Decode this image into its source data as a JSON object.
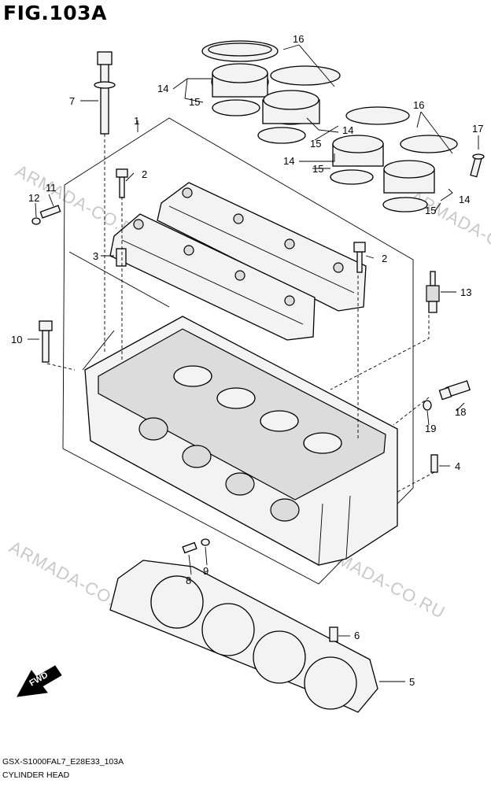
{
  "figure": {
    "title": "FIG.103A"
  },
  "watermark": "ARMADA-CO.RU",
  "callouts": [
    "1",
    "2",
    "2",
    "3",
    "4",
    "5",
    "6",
    "7",
    "8",
    "9",
    "10",
    "11",
    "12",
    "13",
    "14",
    "14",
    "14",
    "14",
    "15",
    "15",
    "15",
    "15",
    "16",
    "16",
    "17",
    "18",
    "19"
  ],
  "fwd_label": "FWD",
  "footer": {
    "model_code": "GSX-S1000FAL7_E28E33_103A",
    "section_name": "CYLINDER HEAD"
  }
}
